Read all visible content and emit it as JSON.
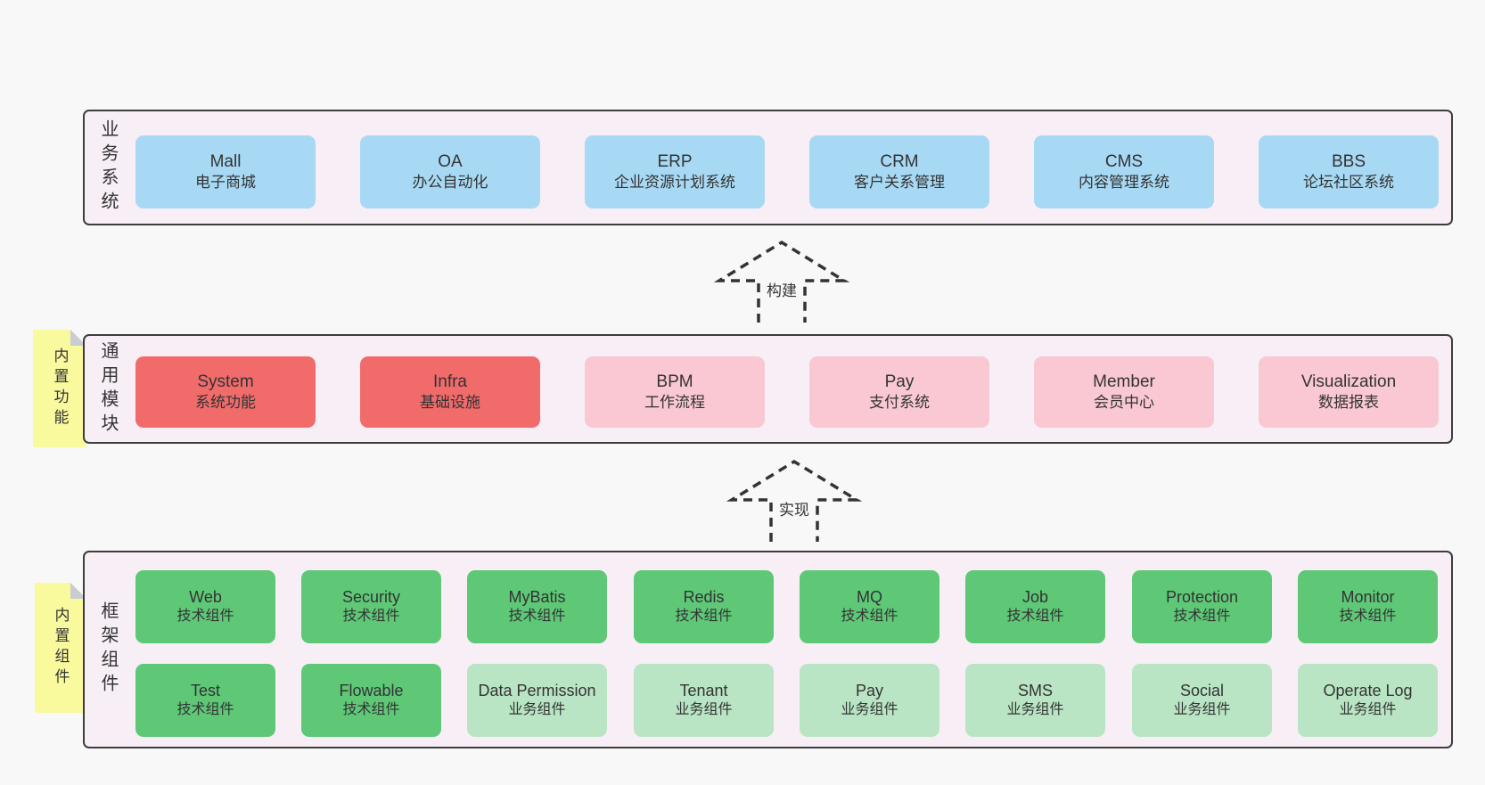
{
  "colors": {
    "page_bg": "#f8f8f8",
    "band_bg": "#f8eef6",
    "band_border": "#3d3d3d",
    "ink": "#333333",
    "blue": "#a8d9f4",
    "red": "#f16b6b",
    "pink": "#f9c8d2",
    "green": "#5ec877",
    "green_light": "#b9e5c4",
    "yellow": "#f9f99e",
    "fold": "#c9ccd0"
  },
  "bands": [
    {
      "label": "业务系统",
      "boxes": [
        {
          "title": "Mall",
          "subtitle": "电子商城"
        },
        {
          "title": "OA",
          "subtitle": "办公自动化"
        },
        {
          "title": "ERP",
          "subtitle": "企业资源计划系统"
        },
        {
          "title": "CRM",
          "subtitle": "客户关系管理"
        },
        {
          "title": "CMS",
          "subtitle": "内容管理系统"
        },
        {
          "title": "BBS",
          "subtitle": "论坛社区系统"
        }
      ]
    },
    {
      "label": "通用模块",
      "sticky": "内置功能",
      "boxes": [
        {
          "title": "System",
          "subtitle": "系统功能"
        },
        {
          "title": "Infra",
          "subtitle": "基础设施"
        },
        {
          "title": "BPM",
          "subtitle": "工作流程"
        },
        {
          "title": "Pay",
          "subtitle": "支付系统"
        },
        {
          "title": "Member",
          "subtitle": "会员中心"
        },
        {
          "title": "Visualization",
          "subtitle": "数据报表"
        }
      ]
    },
    {
      "label": "框架组件",
      "sticky": "内置组件",
      "rows": [
        [
          {
            "title": "Web",
            "subtitle": "技术组件"
          },
          {
            "title": "Security",
            "subtitle": "技术组件"
          },
          {
            "title": "MyBatis",
            "subtitle": "技术组件"
          },
          {
            "title": "Redis",
            "subtitle": "技术组件"
          },
          {
            "title": "MQ",
            "subtitle": "技术组件"
          },
          {
            "title": "Job",
            "subtitle": "技术组件"
          },
          {
            "title": "Protection",
            "subtitle": "技术组件"
          },
          {
            "title": "Monitor",
            "subtitle": "技术组件"
          }
        ],
        [
          {
            "title": "Test",
            "subtitle": "技术组件"
          },
          {
            "title": "Flowable",
            "subtitle": "技术组件"
          },
          {
            "title": "Data Permission",
            "subtitle": "业务组件"
          },
          {
            "title": "Tenant",
            "subtitle": "业务组件"
          },
          {
            "title": "Pay",
            "subtitle": "业务组件"
          },
          {
            "title": "SMS",
            "subtitle": "业务组件"
          },
          {
            "title": "Social",
            "subtitle": "业务组件"
          },
          {
            "title": "Operate Log",
            "subtitle": "业务组件"
          }
        ]
      ]
    }
  ],
  "arrows": [
    {
      "label": "构建"
    },
    {
      "label": "实现"
    }
  ]
}
